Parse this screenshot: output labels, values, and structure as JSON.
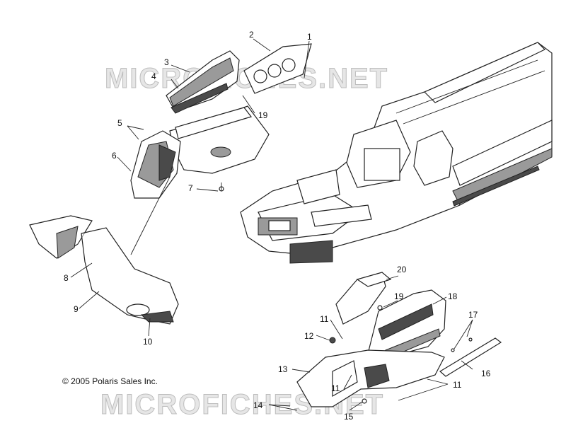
{
  "watermark": "MICROFICHES.NET",
  "copyright": "© 2005 Polaris Sales Inc.",
  "callouts": [
    "1",
    "2",
    "3",
    "4",
    "5",
    "6",
    "7",
    "8",
    "9",
    "10",
    "11",
    "12",
    "13",
    "14",
    "15",
    "16",
    "17",
    "18",
    "19",
    "20"
  ]
}
